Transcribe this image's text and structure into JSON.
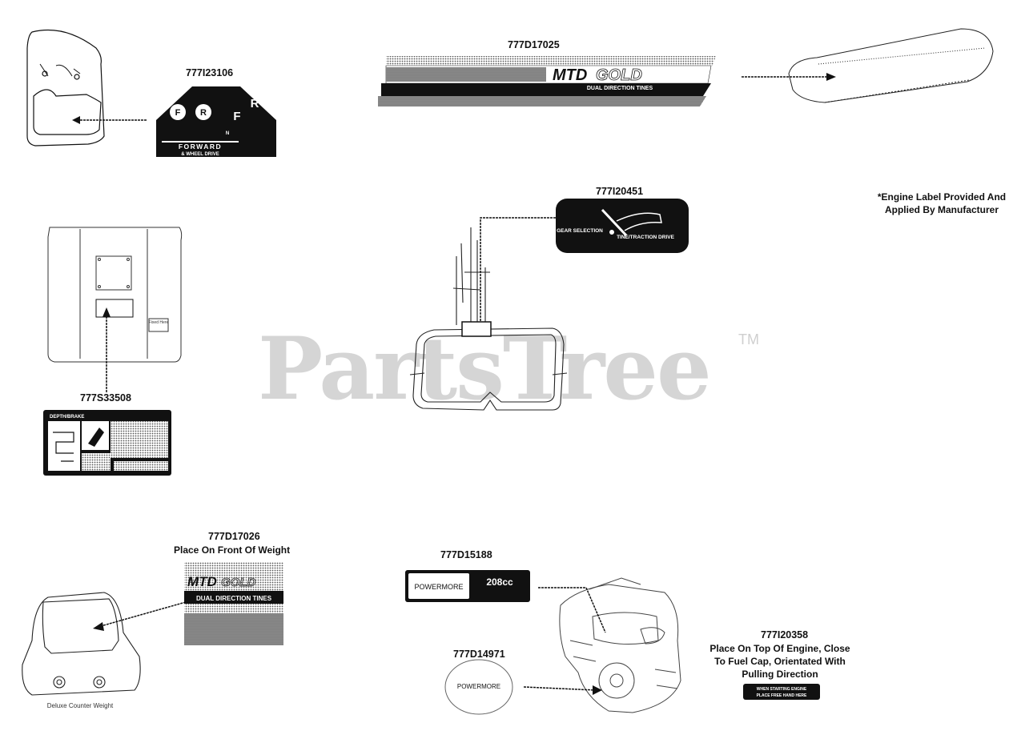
{
  "watermark": {
    "text": "PartsTree",
    "tm": "TM"
  },
  "parts": {
    "p1": {
      "number": "777I23106"
    },
    "p2": {
      "number": "777D17025"
    },
    "p3": {
      "number": "777I20451"
    },
    "p4": {
      "number": "777S33508"
    },
    "p5": {
      "number": "777D17026",
      "note": "Place On Front Of Weight"
    },
    "p6": {
      "number": "777D15188"
    },
    "p7": {
      "number": "777D14971"
    },
    "p8": {
      "number": "777I20358",
      "note_lines": [
        "Place On Top Of Engine, Close",
        "To Fuel Cap, Orientated With",
        "Pulling Direction"
      ]
    }
  },
  "engine_note": {
    "lines": [
      "*Engine Label Provided And",
      "Applied By Manufacturer"
    ]
  },
  "decals": {
    "drive": {
      "forward": "FORWARD",
      "wheel_drive": "& WHEEL DRIVE",
      "f": "F",
      "n": "N",
      "r": "R"
    },
    "mtd_banner": {
      "brand": "MTD",
      "model": "GOLD",
      "tagline": "DUAL DIRECTION TINES"
    },
    "selection": {
      "left": "GEAR SELECTION",
      "right": "TINE/TRACTION DRIVE"
    },
    "depth": {
      "title": "DEPTH/BRAKE"
    },
    "weight_decal": {
      "brand": "MTD",
      "model": "GOLD",
      "tagline": "DUAL DIRECTION TINES"
    },
    "powermore": {
      "brand": "POWERMORE",
      "cc": "208cc"
    },
    "pull": {
      "line1": "WHEN STARTING ENGINE",
      "line2": "PLACE FREE HAND HERE"
    },
    "tank_label": "Fixed Here",
    "counterweight": "Deluxe Counter Weight"
  }
}
